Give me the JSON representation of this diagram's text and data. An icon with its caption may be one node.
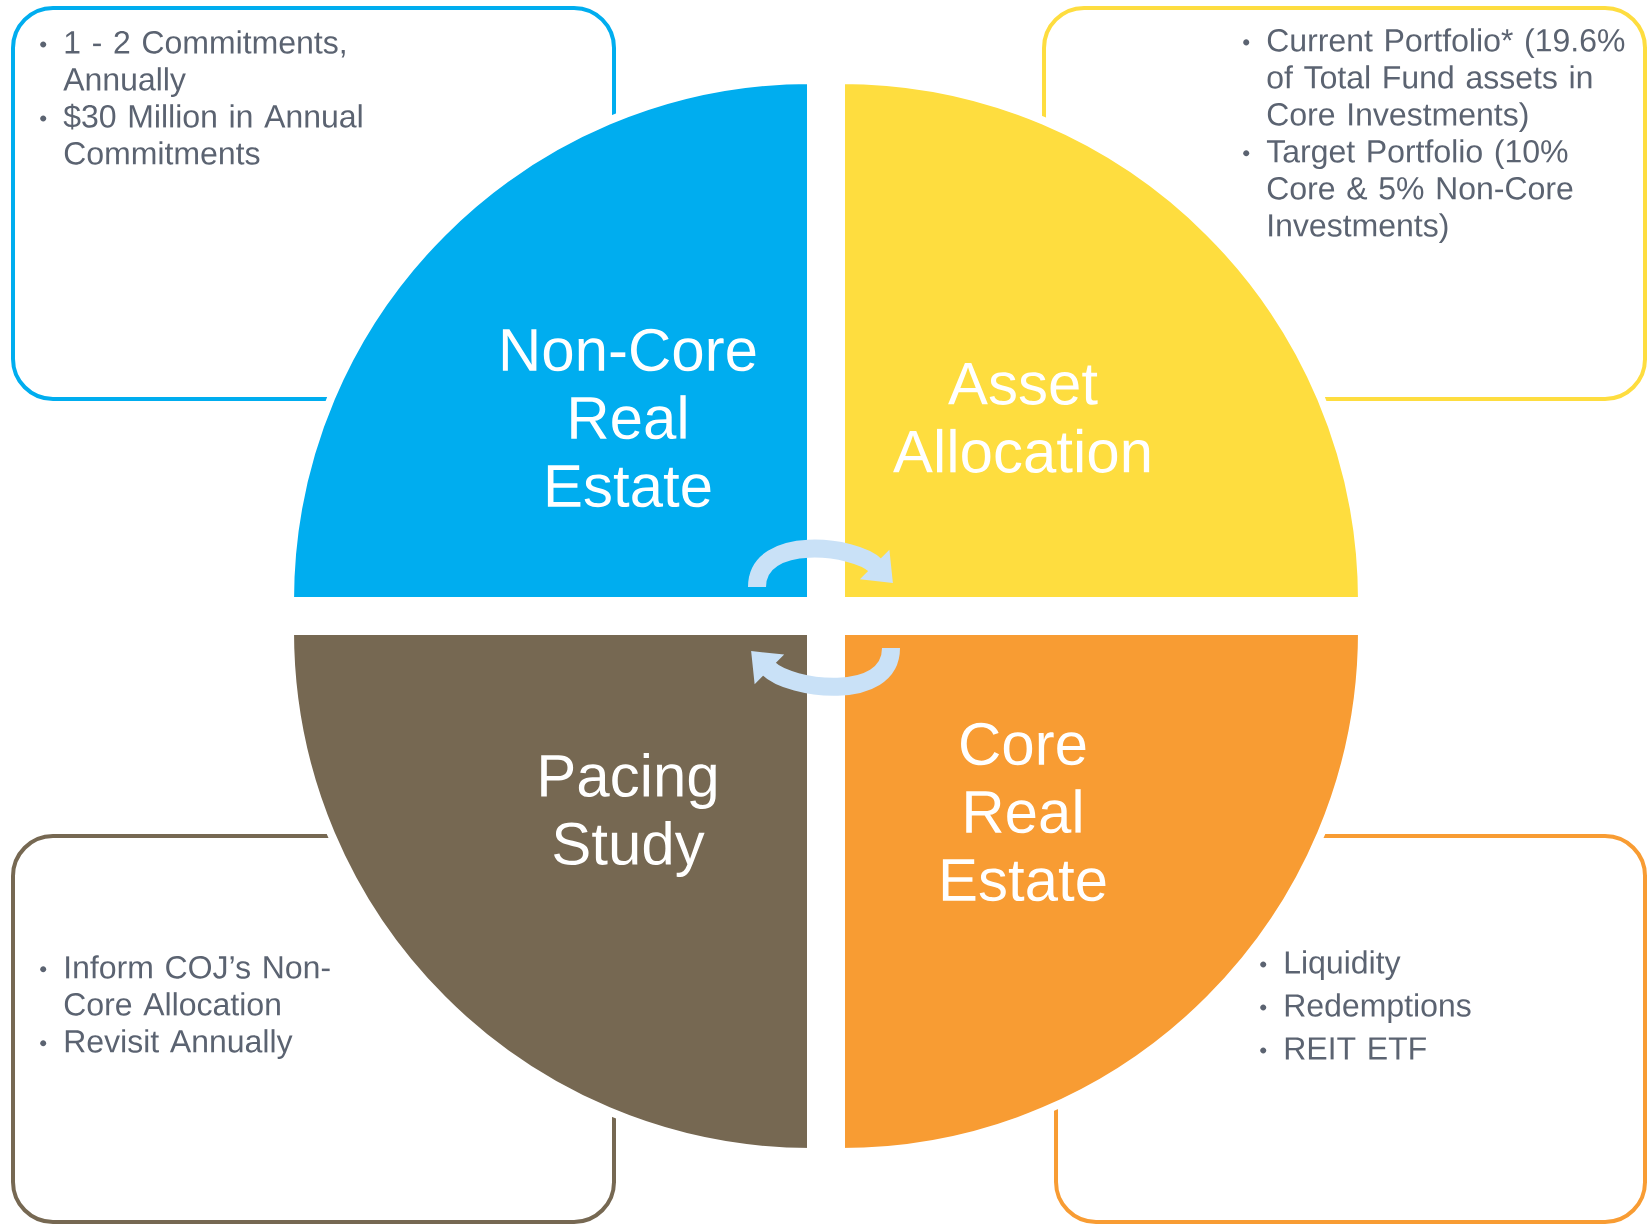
{
  "diagram": {
    "nodes": [
      {
        "text": [
          "Non-Core Real Estate"
        ]
      },
      {
        "text": [
          "Asset Allocation"
        ]
      },
      {
        "text": [
          "Pacing Study"
        ]
      },
      {
        "text": [
          "Core Real Estate"
        ]
      },
      {
        "text": [
          "1 - 2 Commitments, Annually",
          "$30 Million in Annual Commitments"
        ]
      },
      {
        "text": [
          "Current Portfolio* (19.6% of Total Fund assets in Core Investments)",
          "Target Portfolio (10% Core & 5% Non-Core Investments)"
        ]
      },
      {
        "text": [
          "Inform COJ’s Non-Core Allocation",
          "Revisit Annually"
        ]
      },
      {
        "text": [
          "Liquidity",
          "Redemptions",
          "REIT ETF"
        ]
      }
    ],
    "edges": [
      {
        "from": 0,
        "to": 1,
        "arrow": "to"
      },
      {
        "from": 3,
        "to": 2,
        "arrow": "to"
      }
    ]
  }
}
